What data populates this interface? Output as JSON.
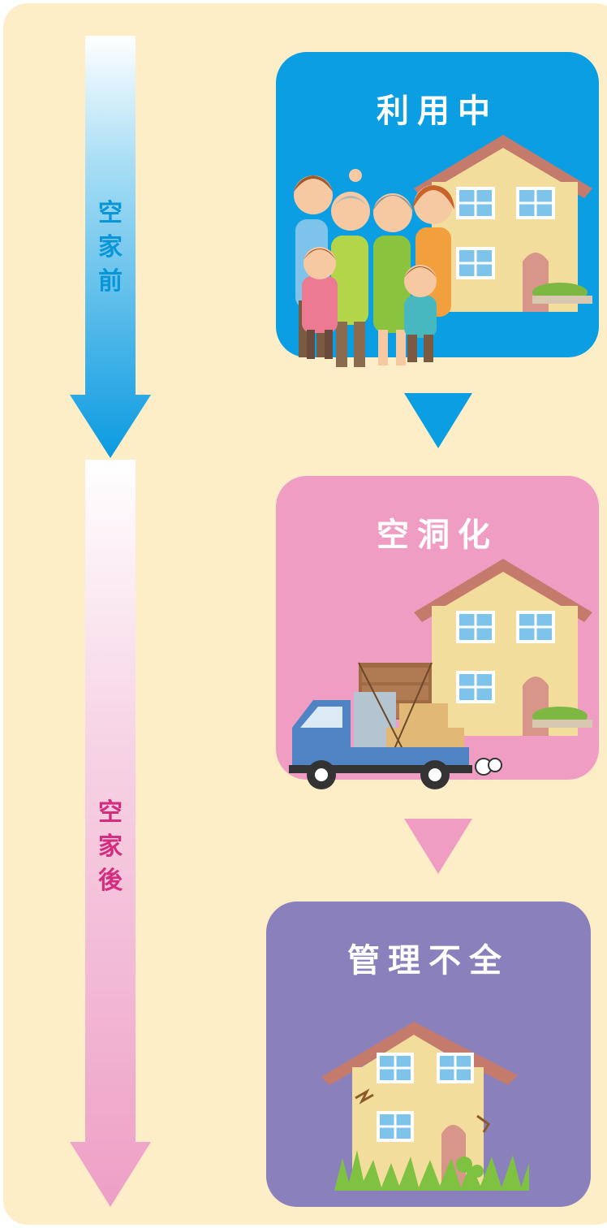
{
  "phases": [
    {
      "label_chars": [
        "空",
        "家",
        "前"
      ],
      "color": "#0996d6"
    },
    {
      "label_chars": [
        "空",
        "家",
        "後"
      ],
      "color": "#d42c7f"
    }
  ],
  "stages": [
    {
      "title": "利用中",
      "color": "#0b9ee2"
    },
    {
      "title": "空洞化",
      "color": "#f09dc3"
    },
    {
      "title": "管理不全",
      "color": "#8a80bc"
    }
  ]
}
